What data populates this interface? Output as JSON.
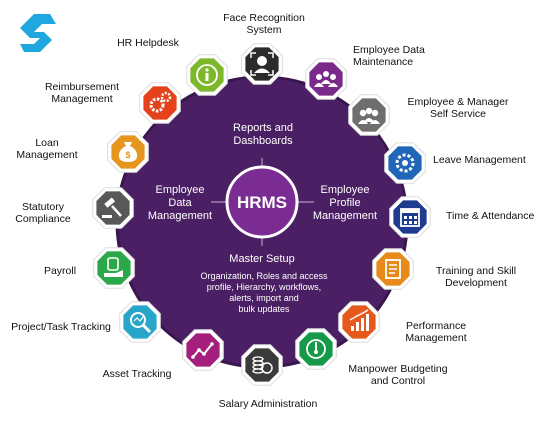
{
  "center": {
    "title": "HRMS"
  },
  "inner": {
    "reports": "Reports and\nDashboards",
    "employee_data": "Employee\nData\nManagement",
    "employee_profile": "Employee\nProfile\nManagement",
    "master_setup": "Master Setup",
    "master_setup_desc": "Organization, Roles and access\nprofile, Hierarchy, workflows,\nalerts, import and\nbulk updates"
  },
  "modules": [
    {
      "label": "Face Recognition\nSystem",
      "icon": "face-id-icon",
      "color": "#2b2b2b"
    },
    {
      "label": "Employee Data\nMaintenance",
      "icon": "people-group-icon",
      "color": "#7a2a8a"
    },
    {
      "label": "Employee & Manager\nSelf Service",
      "icon": "users-icon",
      "color": "#6e6e6e"
    },
    {
      "label": "Leave Management",
      "icon": "gear-icon",
      "color": "#1f66b8"
    },
    {
      "label": "Time & Attendance",
      "icon": "calendar-icon",
      "color": "#1d3b8f"
    },
    {
      "label": "Training and Skill\nDevelopment",
      "icon": "document-icon",
      "color": "#e68a1a"
    },
    {
      "label": "Performance\nManagement",
      "icon": "growth-chart-icon",
      "color": "#e55a1c"
    },
    {
      "label": "Manpower Budgeting\nand Control",
      "icon": "gauge-icon",
      "color": "#159a4a"
    },
    {
      "label": "Salary Administration",
      "icon": "coins-icon",
      "color": "#3a3a3a"
    },
    {
      "label": "Asset Tracking",
      "icon": "trend-line-icon",
      "color": "#a51f7c"
    },
    {
      "label": "Project/Task Tracking",
      "icon": "magnifier-chart-icon",
      "color": "#27a6c9"
    },
    {
      "label": "Payroll",
      "icon": "money-hand-icon",
      "color": "#2aa84a"
    },
    {
      "label": "Statutory\nCompliance",
      "icon": "gavel-icon",
      "color": "#585858"
    },
    {
      "label": "Loan\nManagement",
      "icon": "money-bag-icon",
      "color": "#e6961e"
    },
    {
      "label": "Reimbursement\nManagement",
      "icon": "gears-icon",
      "color": "#e5421c"
    },
    {
      "label": "HR Helpdesk",
      "icon": "info-icon",
      "color": "#7cb82a"
    }
  ],
  "colors": {
    "circle": "#4b1f63",
    "circle_ring": "#3a1650",
    "center": "#7b2c93",
    "logo": "#21a7e0"
  }
}
